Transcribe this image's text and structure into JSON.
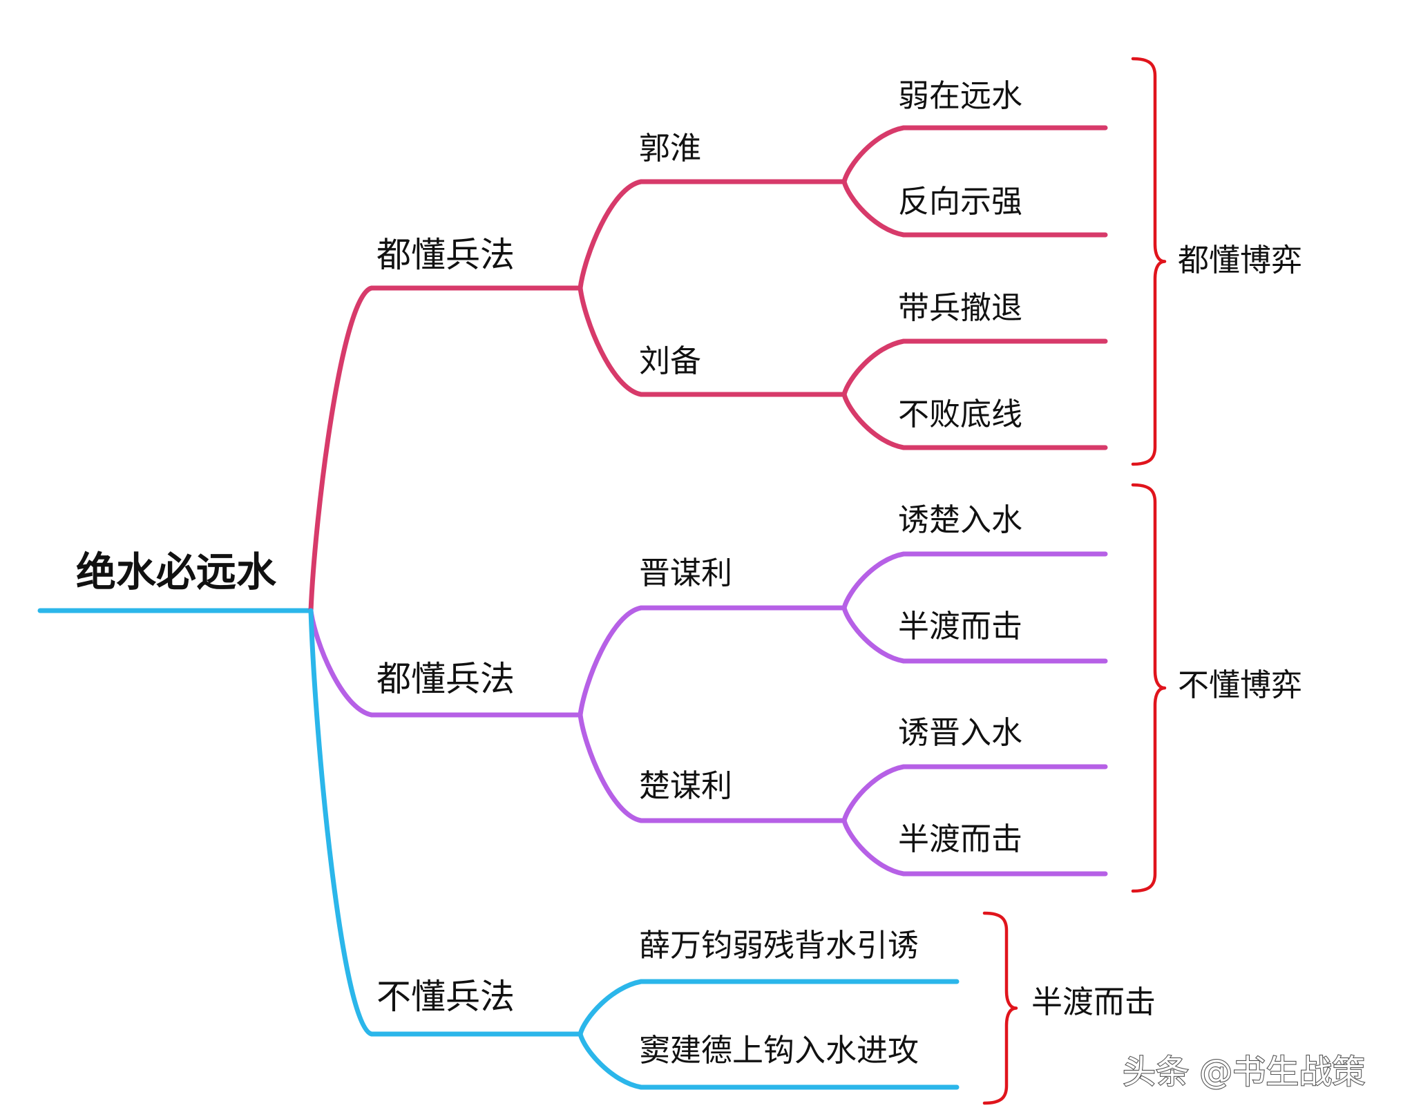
{
  "colors": {
    "root": "#2bb6ea",
    "branch_1": "#d73a6a",
    "branch_2": "#b660e6",
    "branch_3": "#2bb6ea",
    "brace": "#e0141c",
    "text": "#111111"
  },
  "root": {
    "label": "绝水必远水"
  },
  "branches": [
    {
      "label": "都懂兵法",
      "children": [
        {
          "label": "郭淮",
          "children": [
            {
              "label": "弱在远水"
            },
            {
              "label": "反向示强"
            }
          ]
        },
        {
          "label": "刘备",
          "children": [
            {
              "label": "带兵撤退"
            },
            {
              "label": "不败底线"
            }
          ]
        }
      ]
    },
    {
      "label": "都懂兵法",
      "children": [
        {
          "label": "晋谋利",
          "children": [
            {
              "label": "诱楚入水"
            },
            {
              "label": "半渡而击"
            }
          ]
        },
        {
          "label": "楚谋利",
          "children": [
            {
              "label": "诱晋入水"
            },
            {
              "label": "半渡而击"
            }
          ]
        }
      ]
    },
    {
      "label": "不懂兵法",
      "children": [
        {
          "label": "薛万钧弱残背水引诱"
        },
        {
          "label": "窦建德上钩入水进攻"
        }
      ]
    }
  ],
  "braces": [
    {
      "label": "都懂博弈"
    },
    {
      "label": "不懂博弈"
    },
    {
      "label": "半渡而击"
    }
  ],
  "watermark": {
    "text": "头条 @书生战策"
  }
}
